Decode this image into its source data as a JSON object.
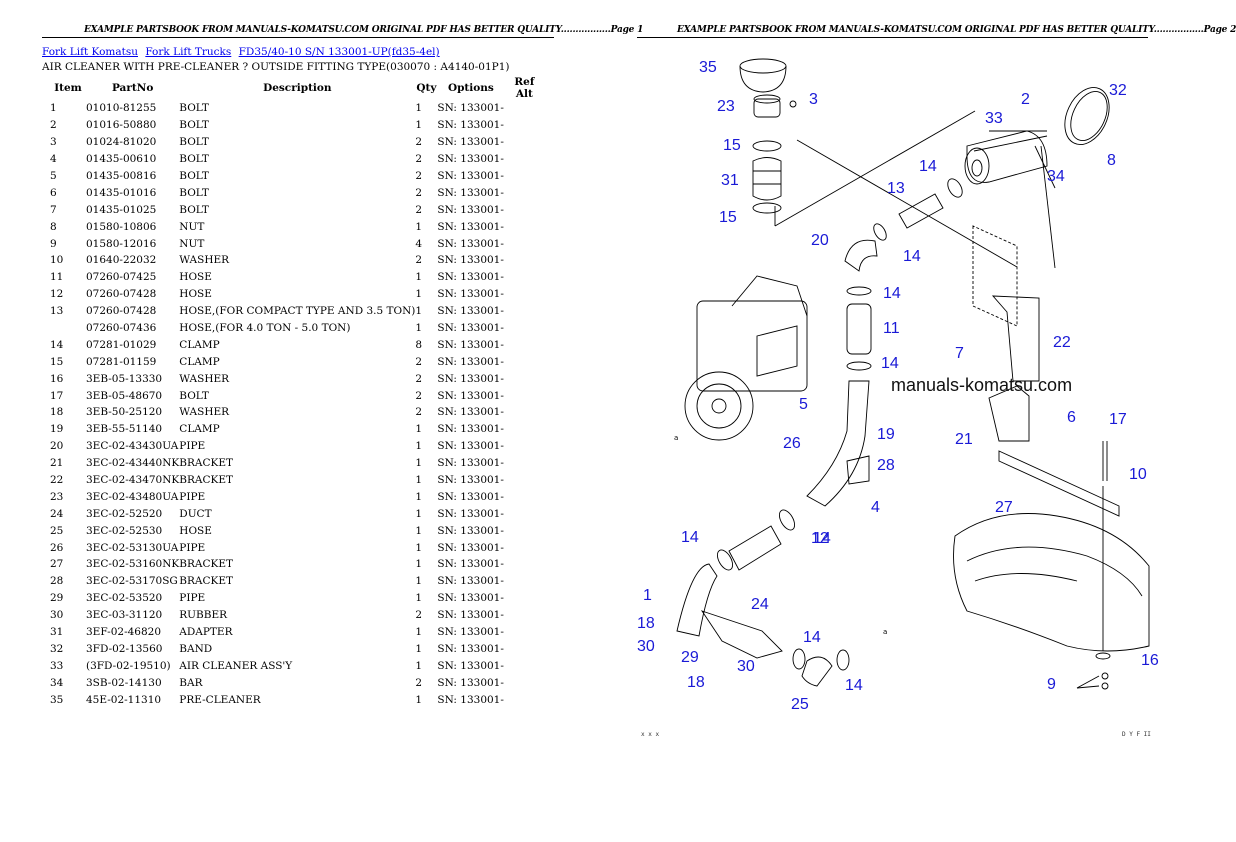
{
  "header": {
    "left": "EXAMPLE PARTSBOOK FROM MANUALS-KOMATSU.COM ORIGINAL PDF HAS BETTER QUALITY.................Page 1",
    "right": "EXAMPLE PARTSBOOK FROM MANUALS-KOMATSU.COM ORIGINAL PDF HAS BETTER QUALITY.................Page 2"
  },
  "breadcrumb": [
    "Fork Lift Komatsu",
    "Fork Lift Trucks",
    "FD35/40-10 S/N 133001-UP(fd35-4el)"
  ],
  "subtitle": "AIR CLEANER WITH PRE-CLEANER ? OUTSIDE FITTING TYPE(030070 : A4140-01P1)",
  "columns": [
    "Item",
    "PartNo",
    "Description",
    "Qty",
    "Options",
    "Ref Alt"
  ],
  "rows": [
    {
      "item": "1",
      "part": "01010-81255",
      "desc": "BOLT",
      "qty": "1",
      "opt": "SN: 133001-"
    },
    {
      "item": "2",
      "part": "01016-50880",
      "desc": "BOLT",
      "qty": "1",
      "opt": "SN: 133001-"
    },
    {
      "item": "3",
      "part": "01024-81020",
      "desc": "BOLT",
      "qty": "2",
      "opt": "SN: 133001-"
    },
    {
      "item": "4",
      "part": "01435-00610",
      "desc": "BOLT",
      "qty": "2",
      "opt": "SN: 133001-"
    },
    {
      "item": "5",
      "part": "01435-00816",
      "desc": "BOLT",
      "qty": "2",
      "opt": "SN: 133001-"
    },
    {
      "item": "6",
      "part": "01435-01016",
      "desc": "BOLT",
      "qty": "2",
      "opt": "SN: 133001-"
    },
    {
      "item": "7",
      "part": "01435-01025",
      "desc": "BOLT",
      "qty": "2",
      "opt": "SN: 133001-"
    },
    {
      "item": "8",
      "part": "01580-10806",
      "desc": "NUT",
      "qty": "1",
      "opt": "SN: 133001-"
    },
    {
      "item": "9",
      "part": "01580-12016",
      "desc": "NUT",
      "qty": "4",
      "opt": "SN: 133001-"
    },
    {
      "item": "10",
      "part": "01640-22032",
      "desc": "WASHER",
      "qty": "2",
      "opt": "SN: 133001-"
    },
    {
      "item": "11",
      "part": "07260-07425",
      "desc": "HOSE",
      "qty": "1",
      "opt": "SN: 133001-"
    },
    {
      "item": "12",
      "part": "07260-07428",
      "desc": "HOSE",
      "qty": "1",
      "opt": "SN: 133001-"
    },
    {
      "item": "13",
      "part": "07260-07428",
      "desc": "HOSE,(FOR COMPACT TYPE AND 3.5 TON)",
      "qty": "1",
      "opt": "SN: 133001-"
    },
    {
      "item": "",
      "part": "07260-07436",
      "desc": "HOSE,(FOR 4.0 TON - 5.0 TON)",
      "qty": "1",
      "opt": "SN: 133001-"
    },
    {
      "item": "14",
      "part": "07281-01029",
      "desc": "CLAMP",
      "qty": "8",
      "opt": "SN: 133001-"
    },
    {
      "item": "15",
      "part": "07281-01159",
      "desc": "CLAMP",
      "qty": "2",
      "opt": "SN: 133001-"
    },
    {
      "item": "16",
      "part": "3EB-05-13330",
      "desc": "WASHER",
      "qty": "2",
      "opt": "SN: 133001-"
    },
    {
      "item": "17",
      "part": "3EB-05-48670",
      "desc": "BOLT",
      "qty": "2",
      "opt": "SN: 133001-"
    },
    {
      "item": "18",
      "part": "3EB-50-25120",
      "desc": "WASHER",
      "qty": "2",
      "opt": "SN: 133001-"
    },
    {
      "item": "19",
      "part": "3EB-55-51140",
      "desc": "CLAMP",
      "qty": "1",
      "opt": "SN: 133001-"
    },
    {
      "item": "20",
      "part": "3EC-02-43430UA",
      "desc": "PIPE",
      "qty": "1",
      "opt": "SN: 133001-"
    },
    {
      "item": "21",
      "part": "3EC-02-43440NK",
      "desc": "BRACKET",
      "qty": "1",
      "opt": "SN: 133001-"
    },
    {
      "item": "22",
      "part": "3EC-02-43470NK",
      "desc": "BRACKET",
      "qty": "1",
      "opt": "SN: 133001-"
    },
    {
      "item": "23",
      "part": "3EC-02-43480UA",
      "desc": "PIPE",
      "qty": "1",
      "opt": "SN: 133001-"
    },
    {
      "item": "24",
      "part": "3EC-02-52520",
      "desc": "DUCT",
      "qty": "1",
      "opt": "SN: 133001-"
    },
    {
      "item": "25",
      "part": "3EC-02-52530",
      "desc": "HOSE",
      "qty": "1",
      "opt": "SN: 133001-"
    },
    {
      "item": "26",
      "part": "3EC-02-53130UA",
      "desc": "PIPE",
      "qty": "1",
      "opt": "SN: 133001-"
    },
    {
      "item": "27",
      "part": "3EC-02-53160NK",
      "desc": "BRACKET",
      "qty": "1",
      "opt": "SN: 133001-"
    },
    {
      "item": "28",
      "part": "3EC-02-53170SG",
      "desc": "BRACKET",
      "qty": "1",
      "opt": "SN: 133001-"
    },
    {
      "item": "29",
      "part": "3EC-02-53520",
      "desc": "PIPE",
      "qty": "1",
      "opt": "SN: 133001-"
    },
    {
      "item": "30",
      "part": "3EC-03-31120",
      "desc": "RUBBER",
      "qty": "2",
      "opt": "SN: 133001-"
    },
    {
      "item": "31",
      "part": "3EF-02-46820",
      "desc": "ADAPTER",
      "qty": "1",
      "opt": "SN: 133001-"
    },
    {
      "item": "32",
      "part": "3FD-02-13560",
      "desc": "BAND",
      "qty": "1",
      "opt": "SN: 133001-"
    },
    {
      "item": "33",
      "part": "(3FD-02-19510)",
      "desc": "AIR CLEANER ASS'Y",
      "qty": "1",
      "opt": "SN: 133001-"
    },
    {
      "item": "34",
      "part": "3SB-02-14130",
      "desc": "BAR",
      "qty": "2",
      "opt": "SN: 133001-"
    },
    {
      "item": "35",
      "part": "45E-02-11310",
      "desc": "PRE-CLEANER",
      "qty": "1",
      "opt": "SN: 133001-"
    }
  ],
  "diagram": {
    "watermark": "manuals-komatsu.com",
    "arrow_label": "a",
    "callouts": [
      "35",
      "23",
      "3",
      "15",
      "31",
      "15",
      "2",
      "32",
      "33",
      "8",
      "34",
      "14",
      "13",
      "20",
      "14",
      "14",
      "11",
      "14",
      "7",
      "22",
      "5",
      "26",
      "19",
      "28",
      "4",
      "21",
      "6",
      "17",
      "10",
      "27",
      "14",
      "12",
      "14",
      "1",
      "18",
      "30",
      "24",
      "29",
      "30",
      "18",
      "14",
      "25",
      "14",
      "16",
      "9"
    ],
    "footer_left": "x x x",
    "footer_right": "D Y F II"
  }
}
